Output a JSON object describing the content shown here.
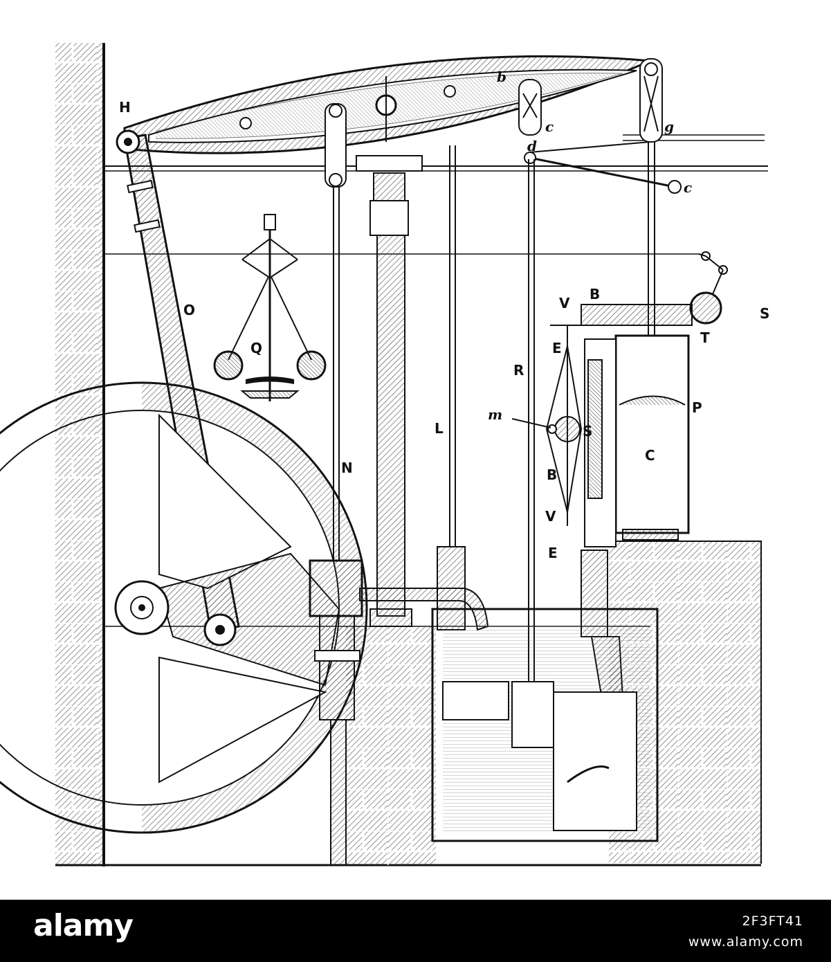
{
  "diagram": {
    "labels": {
      "H": "H",
      "b": "b",
      "c_upper": "c",
      "g": "g",
      "d": "d",
      "c_right": "c",
      "O": "O",
      "Q": "Q",
      "V_top": "V",
      "B_top": "B",
      "S_right": "S",
      "T": "T",
      "E_top": "E",
      "R": "R",
      "P": "P",
      "m": "m",
      "L": "L",
      "S_mid": "S",
      "C": "C",
      "N": "N",
      "B_mid": "B",
      "V_mid": "V",
      "E_bottom": "E"
    }
  },
  "watermark": {
    "brand": "alamy",
    "image_id": "2F3FT41",
    "url": "www.alamy.com"
  },
  "colors": {
    "ink": "#111111",
    "hatch": "#444444",
    "paper": "#ffffff",
    "bar": "#000000"
  }
}
